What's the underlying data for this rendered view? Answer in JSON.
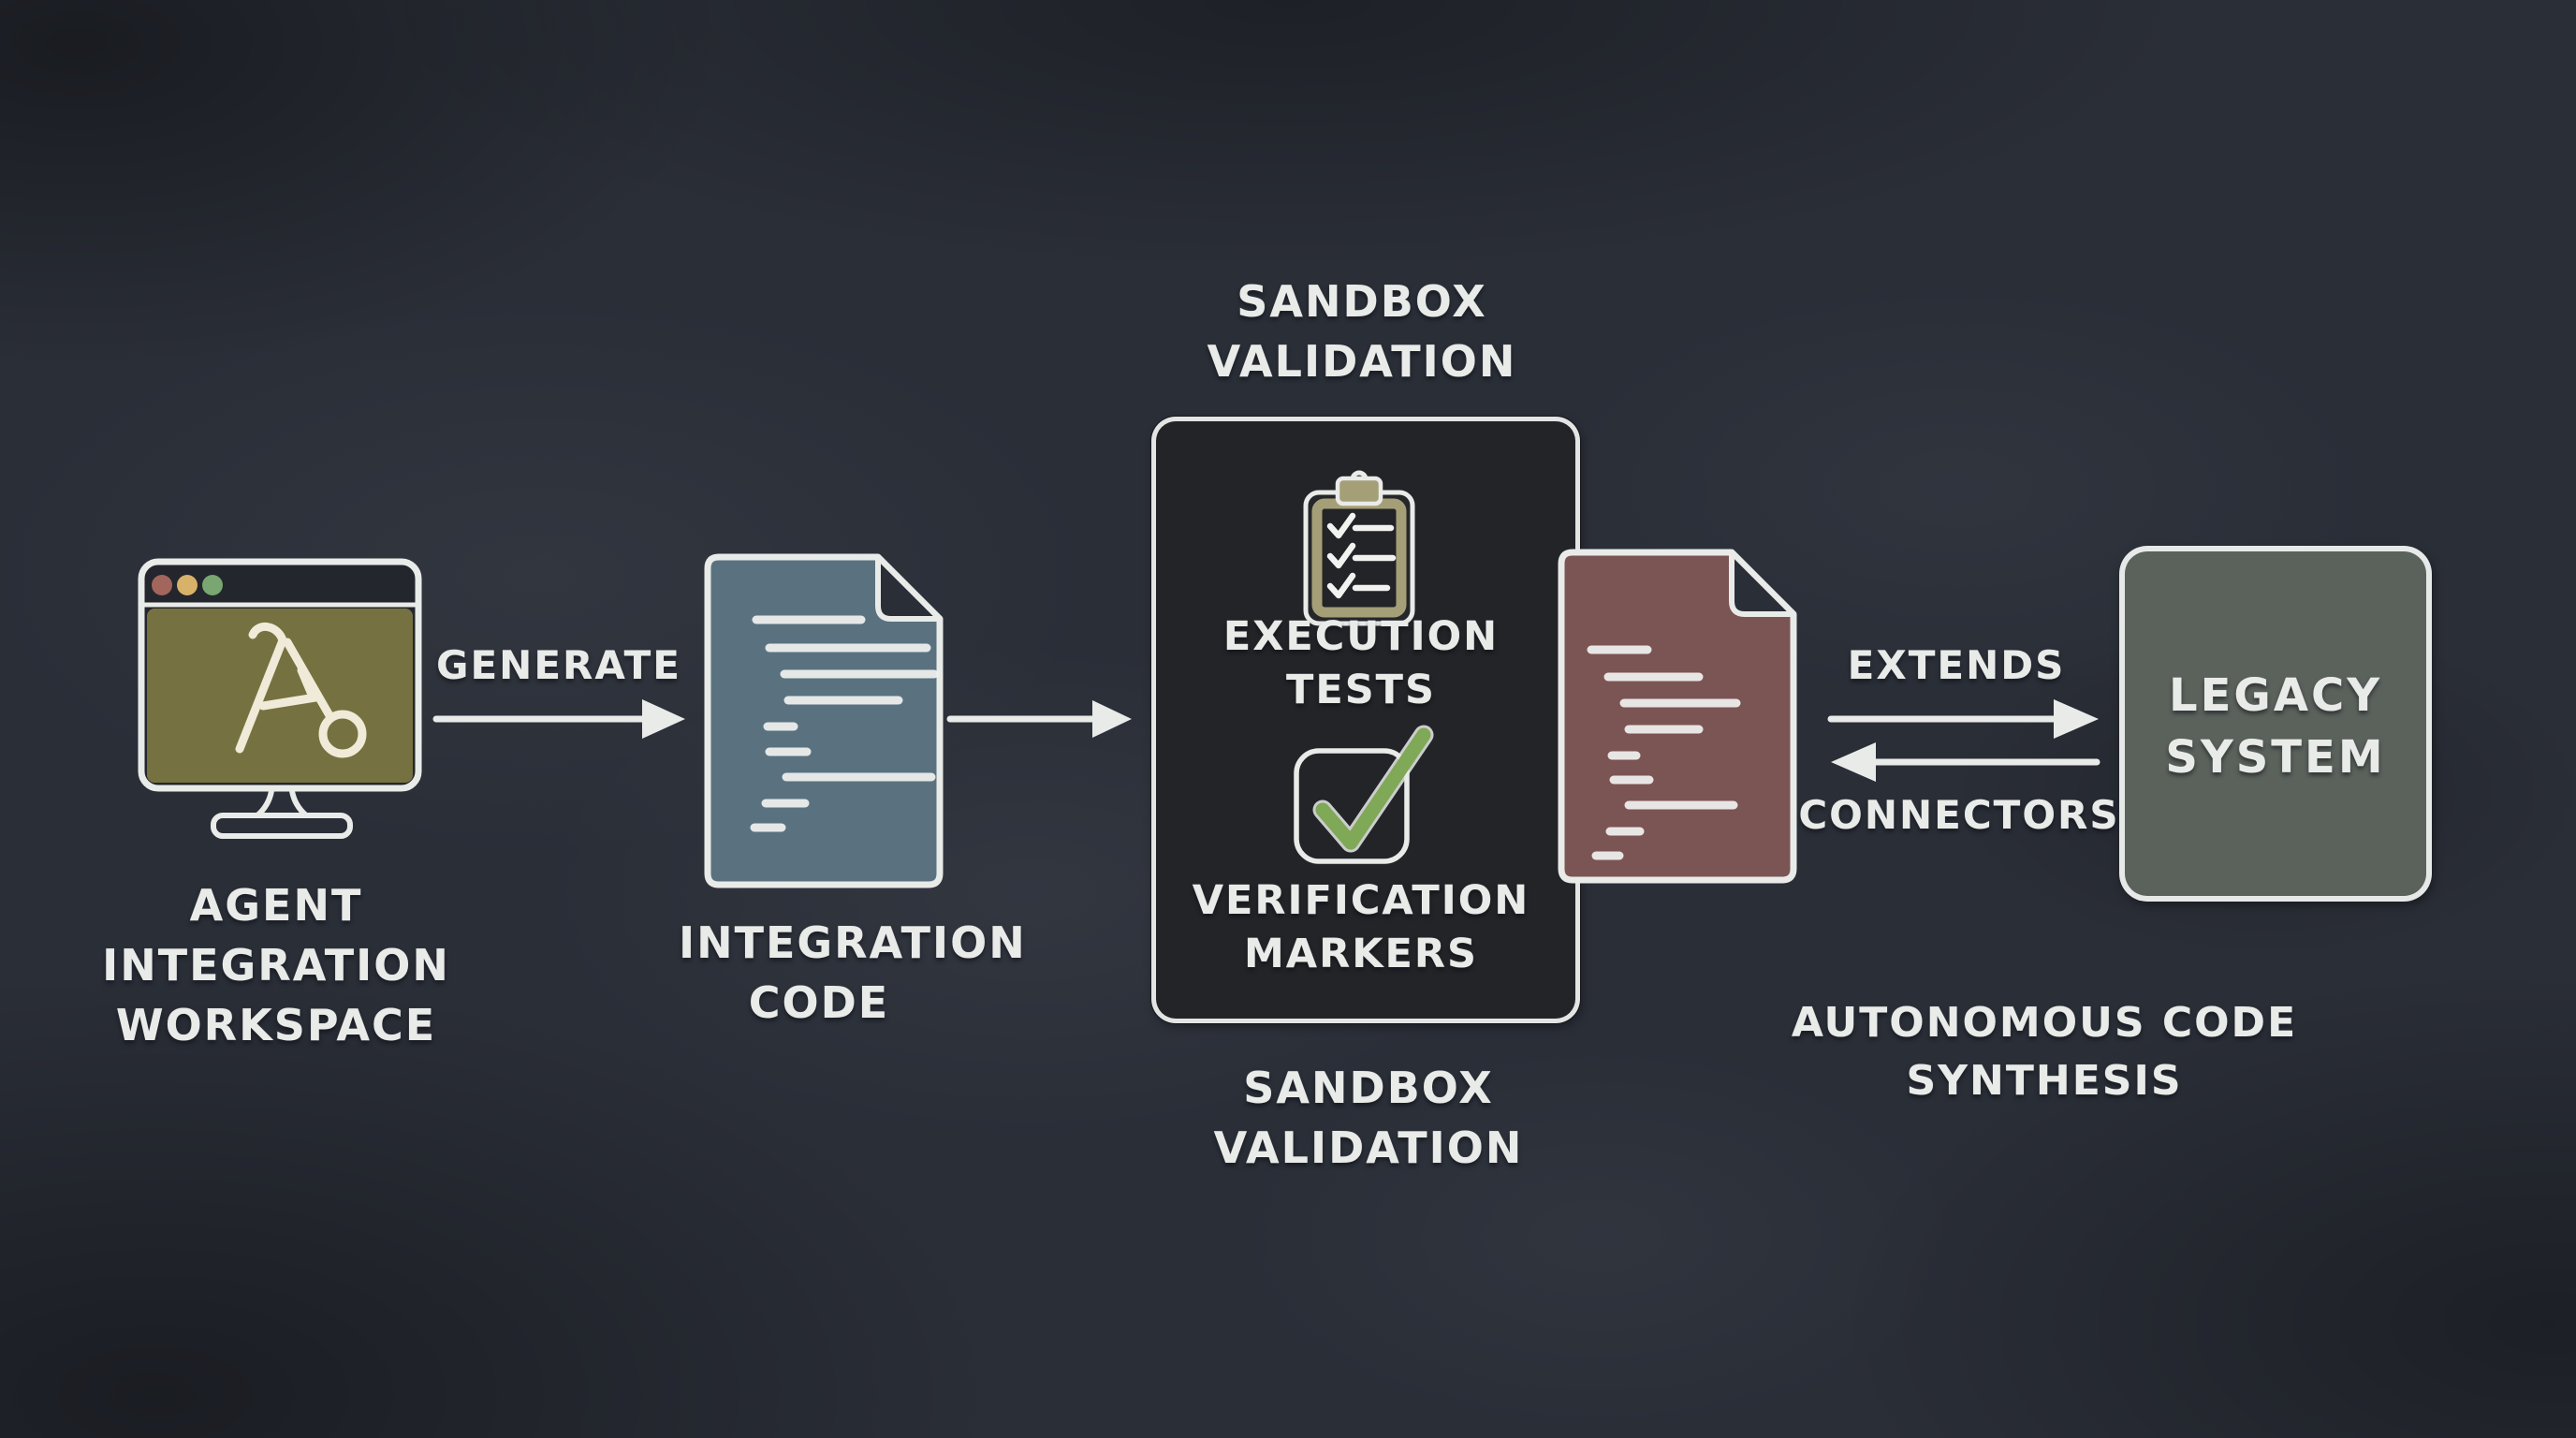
{
  "title": "Agent integration chalkboard diagram",
  "colors": {
    "chalk": "#e9ebe9",
    "board_bg": "#2a2e37",
    "monitor_screen": "#767140",
    "doc_blue": "#5a7280",
    "doc_red": "#7b5454",
    "legacy_fill": "#5b625c",
    "box_fill": "#232428",
    "check_green": "#7fa857",
    "clipboard_khaki": "#a59f78",
    "dot_red": "#a2665c",
    "dot_yellow": "#d8b269",
    "dot_green": "#79a671"
  },
  "nodes": {
    "workspace": {
      "icon": "monitor-browser-icon",
      "label_lines": [
        "AGENT",
        "INTEGRATION",
        "WORKSPACE"
      ]
    },
    "integration_code": {
      "icon": "code-document-icon",
      "label_lines": [
        "INTEGRATION",
        "CODE"
      ]
    },
    "sandbox": {
      "top_label_lines": [
        "SANDBOX",
        "VALIDATION"
      ],
      "bottom_label_lines": [
        "SANDBOX",
        "VALIDATION"
      ],
      "items": [
        {
          "icon": "clipboard-checklist-icon",
          "label_lines": [
            "EXECUTION",
            "TESTS"
          ]
        },
        {
          "icon": "checkbox-checked-icon",
          "label_lines": [
            "VERIFICATION",
            "MARKERS"
          ]
        }
      ]
    },
    "synthesis_doc": {
      "icon": "synthesized-document-icon",
      "label_lines": [
        "AUTONOMOUS CODE",
        "SYNTHESIS"
      ]
    },
    "legacy": {
      "label_lines": [
        "LEGACY",
        "SYSTEM"
      ]
    }
  },
  "edges": {
    "generate": {
      "label": "GENERATE"
    },
    "extends": {
      "label": "EXTENDS"
    },
    "connectors": {
      "label": "CONNECTORS"
    }
  }
}
